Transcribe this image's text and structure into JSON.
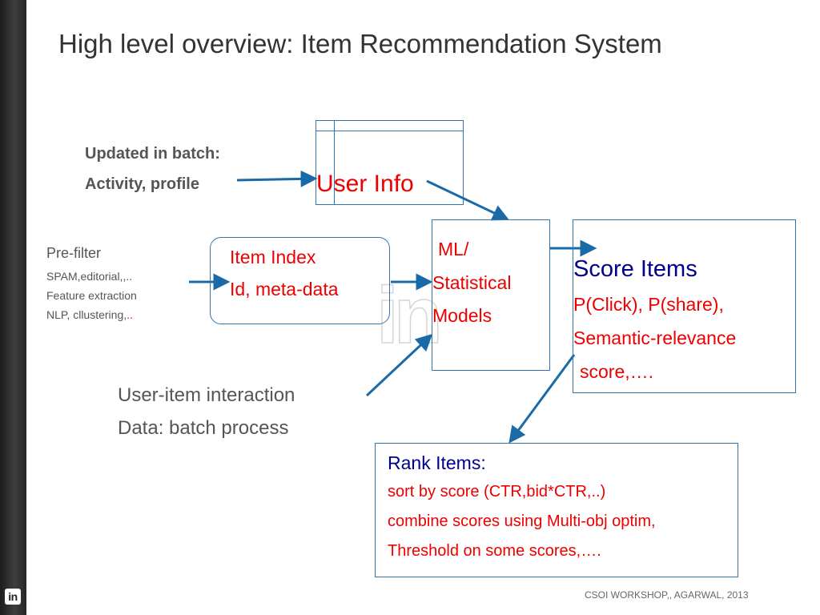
{
  "title": "High level overview: Item Recommendation System",
  "batch": {
    "line1": "Updated in batch:",
    "line2": "Activity, profile"
  },
  "user_info": {
    "label": "User Info"
  },
  "prefilter": {
    "title": "Pre-filter",
    "lines": [
      "SPAM,editorial,,..",
      "Feature extraction",
      "NLP, cllustering,"
    ],
    "accent": ".."
  },
  "item_index": {
    "line1": "Item Index",
    "line2": "Id, meta-data"
  },
  "ml": {
    "line1": "ML/",
    "line2": "Statistical",
    "line3": "Models"
  },
  "score_items": {
    "title": "Score Items",
    "line1": "P(Click), P(share),",
    "line2": "Semantic-relevance",
    "line3": "score,…."
  },
  "interaction": {
    "line1": "User-item interaction",
    "line2": "Data: batch process"
  },
  "rank_items": {
    "title": "Rank Items:",
    "line1": "sort by score (CTR,bid*CTR,..)",
    "line2": "combine scores using Multi-obj optim,",
    "line3": "Threshold on some scores,…."
  },
  "footer": "CSOI WORKSHOP,, AGARWAL, 2013",
  "logo_letters": "in",
  "colors": {
    "red": "#ee0000",
    "navy": "#00008b",
    "gray": "#555555",
    "box": "#2e75b6",
    "arrow": "#1a6aa8"
  }
}
